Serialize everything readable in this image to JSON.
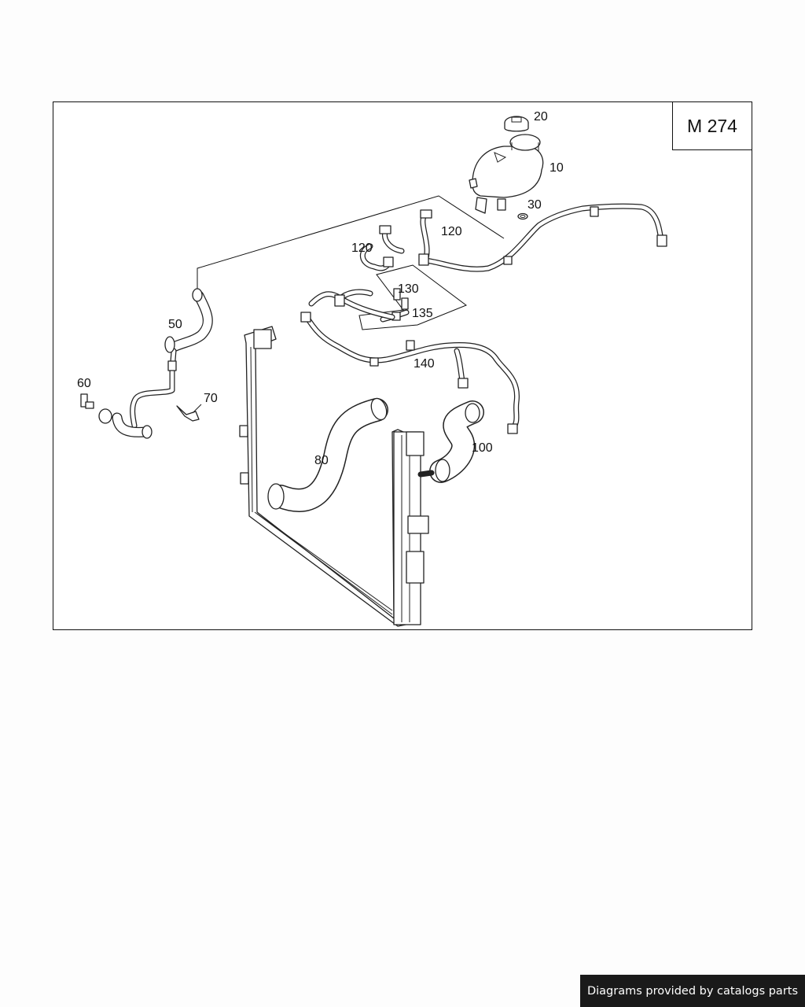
{
  "diagram": {
    "engine_code": "M 274",
    "callouts": {
      "c10": "10",
      "c20": "20",
      "c30": "30",
      "c50": "50",
      "c60": "60",
      "c70": "70",
      "c80": "80",
      "c100": "100",
      "c120a": "120",
      "c120b": "120",
      "c130": "130",
      "c135": "135",
      "c140": "140"
    }
  },
  "footer": {
    "credit": "Diagrams provided by catalogs parts"
  }
}
